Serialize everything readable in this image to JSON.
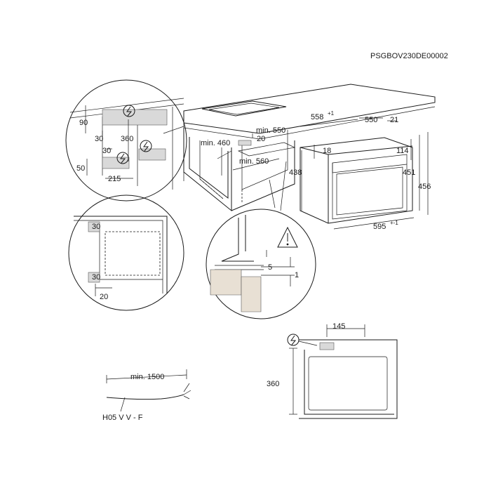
{
  "document_code": "PSGBOV230DE00002",
  "top_left_detail": {
    "dims": [
      "90",
      "30",
      "360",
      "30",
      "50",
      "215"
    ]
  },
  "cabinet": {
    "dims": [
      "min. 550",
      "20",
      "min. 460",
      "min. 560"
    ]
  },
  "appliance": {
    "dims": [
      "558",
      "+1",
      "550",
      "21",
      "18",
      "114",
      "438",
      "451",
      "456",
      "595",
      "+-1"
    ]
  },
  "side_detail": {
    "dims": [
      "30",
      "30",
      "20"
    ]
  },
  "gap_detail": {
    "dims": [
      "5",
      "1"
    ]
  },
  "cable": {
    "length_label": "min. 1500",
    "type_label": "H05 V V - F"
  },
  "socket_position": {
    "dims": [
      "145",
      "360"
    ]
  },
  "icons": [
    "power-socket-icon",
    "warning-triangle-icon"
  ]
}
